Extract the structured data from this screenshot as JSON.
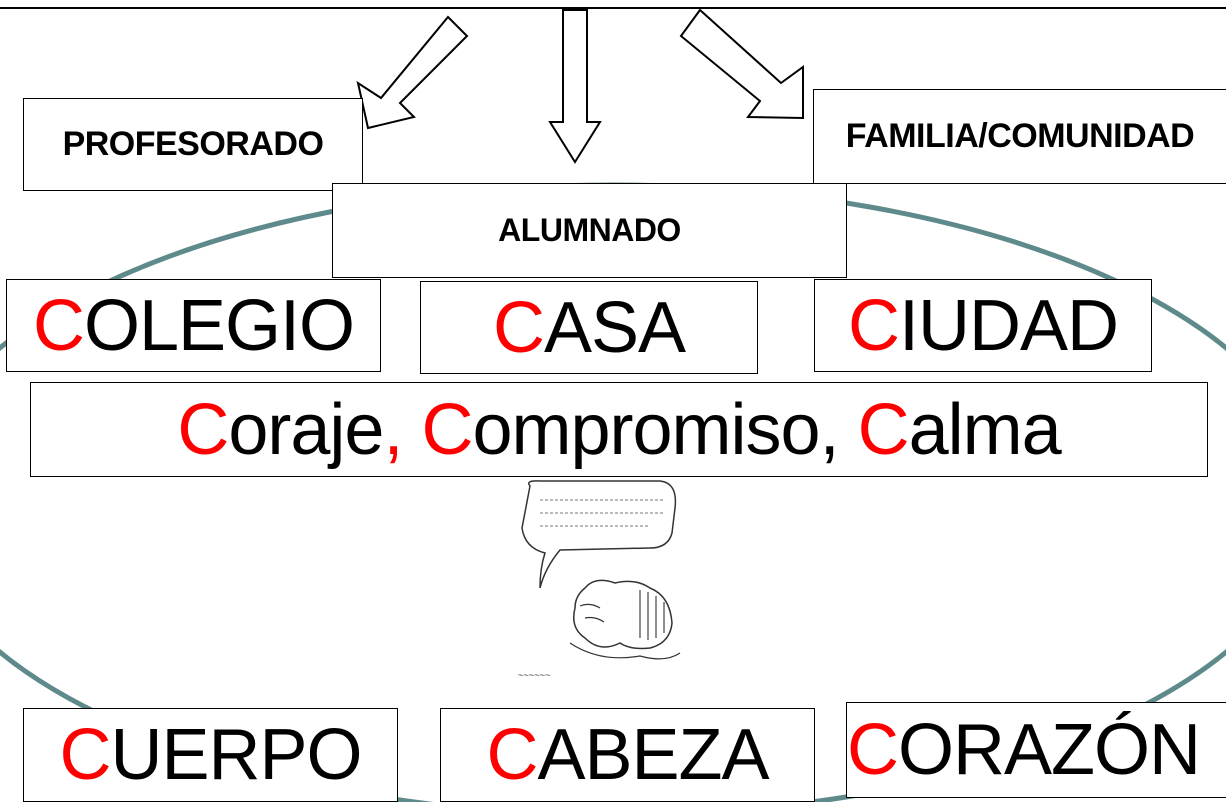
{
  "boxes": {
    "profesorado": "PROFESORADO",
    "familia": "FAMILIA/COMUNIDAD",
    "alumnado": "ALUMNADO"
  },
  "places": [
    {
      "initial": "C",
      "rest": "OLEGIO"
    },
    {
      "initial": "C",
      "rest": "ASA"
    },
    {
      "initial": "C",
      "rest": "IUDAD"
    }
  ],
  "values": [
    {
      "initial": "C",
      "rest": "oraje",
      "sep": ", "
    },
    {
      "initial": "C",
      "rest": "ompromiso",
      "sep": ", "
    },
    {
      "initial": "C",
      "rest": "alma",
      "sep": ""
    }
  ],
  "dimensions": [
    {
      "initial": "C",
      "rest": "UERPO"
    },
    {
      "initial": "C",
      "rest": "ABEZA"
    },
    {
      "initial": "C",
      "rest": "ORAZÓN"
    }
  ],
  "colors": {
    "accent": "#ff0000",
    "ellipse": "#5f8a8b",
    "stroke": "#000000"
  },
  "icons": {
    "arrows": "outline-arrow-icon",
    "cartoon": "cartoon-student-illustration"
  }
}
